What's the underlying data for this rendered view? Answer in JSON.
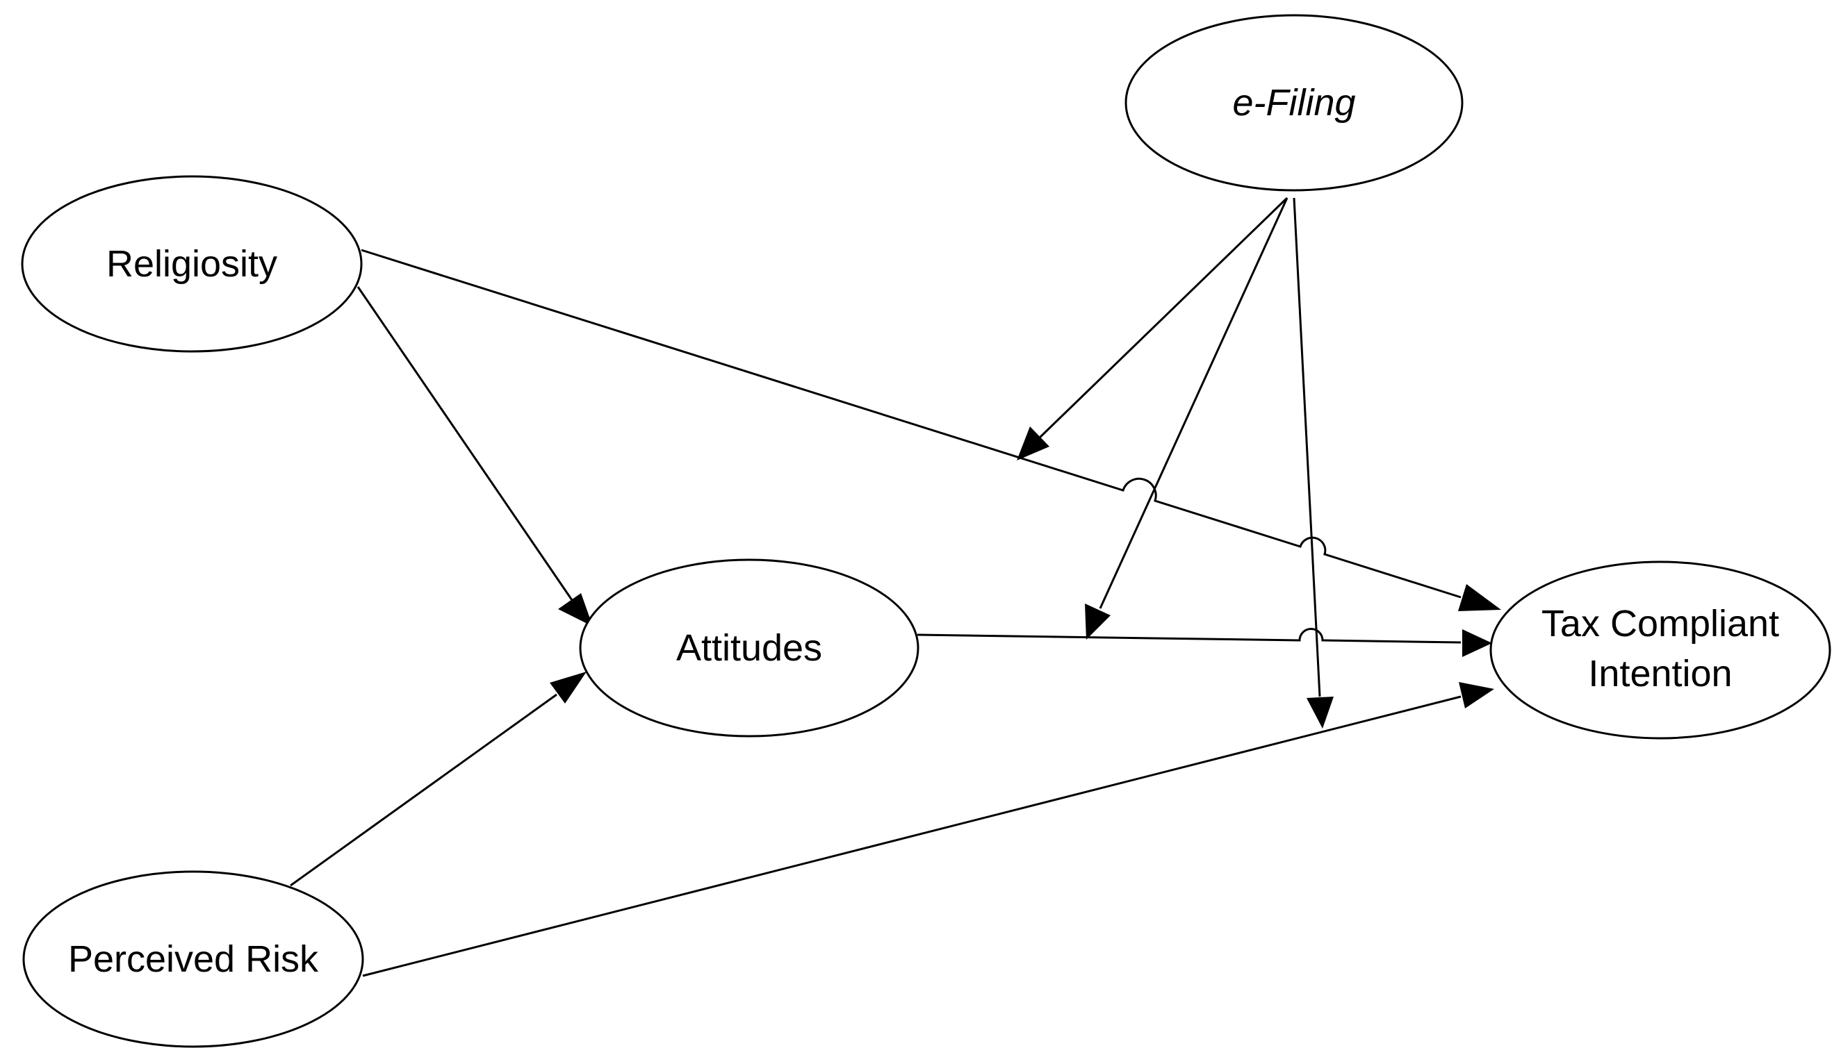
{
  "nodes": {
    "efiling": {
      "label": "e-Filing"
    },
    "religiosity": {
      "label": "Religiosity"
    },
    "attitudes": {
      "label": "Attitudes"
    },
    "perceived_risk": {
      "label": "Perceived Risk"
    },
    "tax_compliant_intention": {
      "label_line1": "Tax Compliant",
      "label_line2": "Intention"
    }
  },
  "edges": [
    {
      "from": "religiosity",
      "to": "attitudes"
    },
    {
      "from": "religiosity",
      "to": "tax_compliant_intention"
    },
    {
      "from": "perceived_risk",
      "to": "attitudes"
    },
    {
      "from": "perceived_risk",
      "to": "tax_compliant_intention"
    },
    {
      "from": "attitudes",
      "to": "tax_compliant_intention"
    },
    {
      "from": "efiling",
      "to": "religiosity→tax_compliant_intention",
      "type": "moderation"
    },
    {
      "from": "efiling",
      "to": "attitudes→tax_compliant_intention",
      "type": "moderation"
    },
    {
      "from": "efiling",
      "to": "perceived_risk→tax_compliant_intention",
      "type": "moderation"
    }
  ],
  "colors": {
    "stroke": "#000000",
    "fill": "#ffffff"
  }
}
